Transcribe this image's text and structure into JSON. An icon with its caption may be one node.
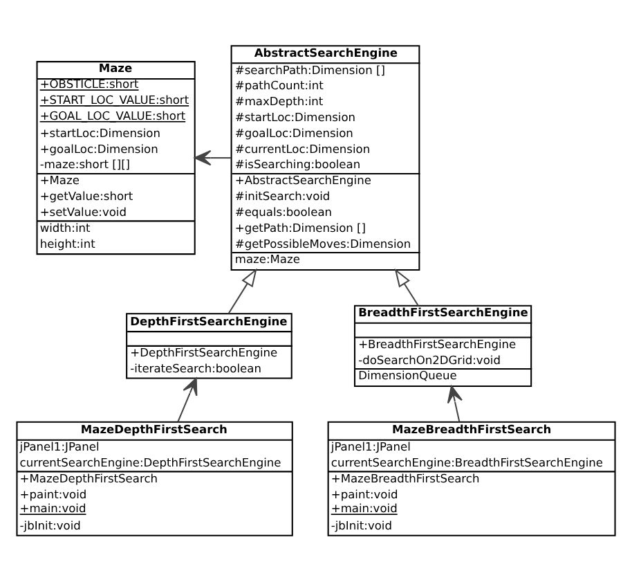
{
  "diagram": {
    "nodes": [
      {
        "text": [
          "Maze",
          "+OBSTICLE:short",
          "+START_LOC_VALUE:short",
          "+GOAL_LOC_VALUE:short",
          "+startLoc:Dimension",
          "+goalLoc:Dimension",
          "-maze:short [][]",
          "+Maze",
          "+getValue:short",
          "+setValue:void",
          "width:int",
          "height:int"
        ]
      },
      {
        "text": [
          "AbstractSearchEngine",
          "#searchPath:Dimension []",
          "#pathCount:int",
          "#maxDepth:int",
          "#startLoc:Dimension",
          "#goalLoc:Dimension",
          "#currentLoc:Dimension",
          "#isSearching:boolean",
          "+AbstractSearchEngine",
          "#initSearch:void",
          "#equals:boolean",
          "+getPath:Dimension []",
          "#getPossibleMoves:Dimension",
          "maze:Maze"
        ]
      },
      {
        "text": [
          "DepthFirstSearchEngine",
          "+DepthFirstSearchEngine",
          "-iterateSearch:boolean"
        ]
      },
      {
        "text": [
          "BreadthFirstSearchEngine",
          "+BreadthFirstSearchEngine",
          "-doSearchOn2DGrid:void",
          "DimensionQueue"
        ]
      },
      {
        "text": [
          "MazeDepthFirstSearch",
          "jPanel1:JPanel",
          "currentSearchEngine:DepthFirstSearchEngine",
          "+MazeDepthFirstSearch",
          "+paint:void",
          "+main:void",
          "-jbInit:void"
        ]
      },
      {
        "text": [
          "MazeBreadthFirstSearch",
          "jPanel1:JPanel",
          "currentSearchEngine:BreadthFirstSearchEngine",
          "+MazeBreadthFirstSearch",
          "+paint:void",
          "+main:void",
          "-jbInit:void"
        ]
      }
    ],
    "edges": [
      {
        "from": 1,
        "to": 0,
        "arrow": "to"
      },
      {
        "from": 2,
        "to": 1,
        "arrow": "to"
      },
      {
        "from": 3,
        "to": 1,
        "arrow": "to"
      },
      {
        "from": 4,
        "to": 2,
        "arrow": "to"
      },
      {
        "from": 5,
        "to": 3,
        "arrow": "to"
      }
    ]
  }
}
